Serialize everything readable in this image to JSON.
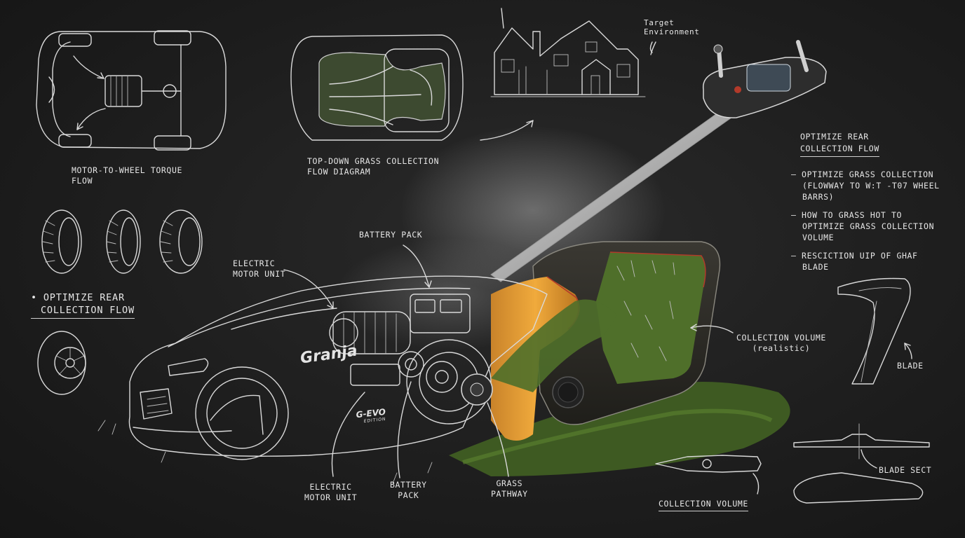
{
  "brand": {
    "name": "Granja",
    "model": "G-EVO",
    "model_sub": "EDITION"
  },
  "labels": {
    "motor_torque_flow": [
      "MOTOR-TO-WHEEL TORQUE",
      "FLOW"
    ],
    "top_down_flow": [
      "TOP-DOWN GRASS COLLECTION",
      "FLOW DIAGRAM"
    ],
    "target_environment": [
      "Target",
      "Environment"
    ],
    "optimize_rear_right": [
      "OPTIMIZE REAR",
      "COLLECTION FLOW"
    ],
    "notes": [
      [
        "– OPTIMIZE GRASS COLLECTION",
        "(FLOWWAY TO W:T -T07 WHEEL",
        "BARRS)"
      ],
      [
        "– HOW TO GRASS HOT TO",
        "OPTIMIZE GRASS COLLECTION",
        "VOLUME"
      ],
      [
        "– RESCICTION UIP OF GHAF",
        "BLADE"
      ]
    ],
    "optimize_rear_left": [
      "• OPTIMIZE REAR",
      "COLLECTION FLOW"
    ],
    "battery_pack_top": "BATTERY PACK",
    "electric_motor_top": [
      "ELECTRIC",
      "MOTOR UNIT"
    ],
    "collection_volume_realistic": [
      "COLLECTION VOLUME",
      "(realistic)"
    ],
    "blade": "BLADE",
    "blade_sect": "BLADE SECT",
    "collection_volume_bottom": "COLLECTION VOLUME",
    "electric_motor_bottom": [
      "ELECTRIC",
      "MOTOR UNIT"
    ],
    "battery_pack_bottom": [
      "BATTERY",
      "PACK"
    ],
    "grass_pathway": [
      "GRASS",
      "PATHWAY"
    ]
  },
  "colors": {
    "background": "#1c1c1c",
    "chalk": "#e6e6e6",
    "accent_orange": "#e8a23a",
    "grass_green": "#4f6f2a",
    "body_dark": "#2e2c27",
    "cut_red": "#b23a2a"
  }
}
